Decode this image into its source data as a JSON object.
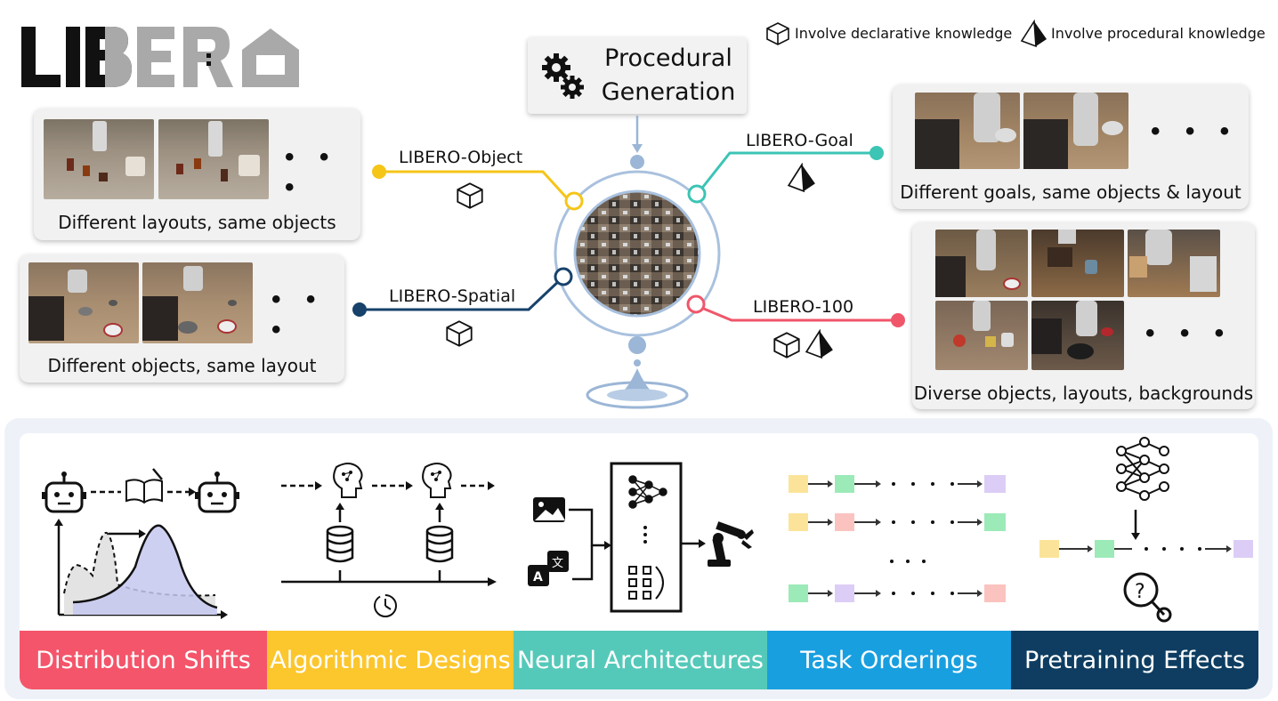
{
  "logo": {
    "text": "LIBERO"
  },
  "legend": {
    "declarative": "Involve declarative knowledge",
    "procedural": "Involve procedural knowledge"
  },
  "procedural_box": {
    "line1": "Procedural",
    "line2": "Generation"
  },
  "branches": {
    "object": {
      "label": "LIBERO-Object",
      "caption": "Different layouts, same objects",
      "color": "#f5c518"
    },
    "spatial": {
      "label": "LIBERO-Spatial",
      "caption": "Different objects, same layout",
      "color": "#17426b"
    },
    "goal": {
      "label": "LIBERO-Goal",
      "caption": "Different goals, same objects & layout",
      "color": "#3cc4b4"
    },
    "hundred": {
      "label": "LIBERO-100",
      "caption": "Diverse objects, layouts, backgrounds",
      "color": "#f0566a"
    }
  },
  "ellipsis": "• • •",
  "bottom_panels": [
    {
      "label": "Distribution Shifts",
      "color": "#f4556a"
    },
    {
      "label": "Algorithmic Designs",
      "color": "#fcc62d"
    },
    {
      "label": "Neural Architectures",
      "color": "#55c9b9"
    },
    {
      "label": "Task Orderings",
      "color": "#189fe0"
    },
    {
      "label": "Pretraining Effects",
      "color": "#0e3d61"
    }
  ],
  "icons": [
    "gear-icon",
    "cube-icon",
    "tetrahedron-icon",
    "robot-face-icon",
    "book-icon",
    "brain-head-icon",
    "database-icon",
    "clock-icon",
    "image-icon",
    "translate-icon",
    "neural-network-icon",
    "robot-arm-icon",
    "magnifier-question-icon",
    "water-drop-icon"
  ]
}
